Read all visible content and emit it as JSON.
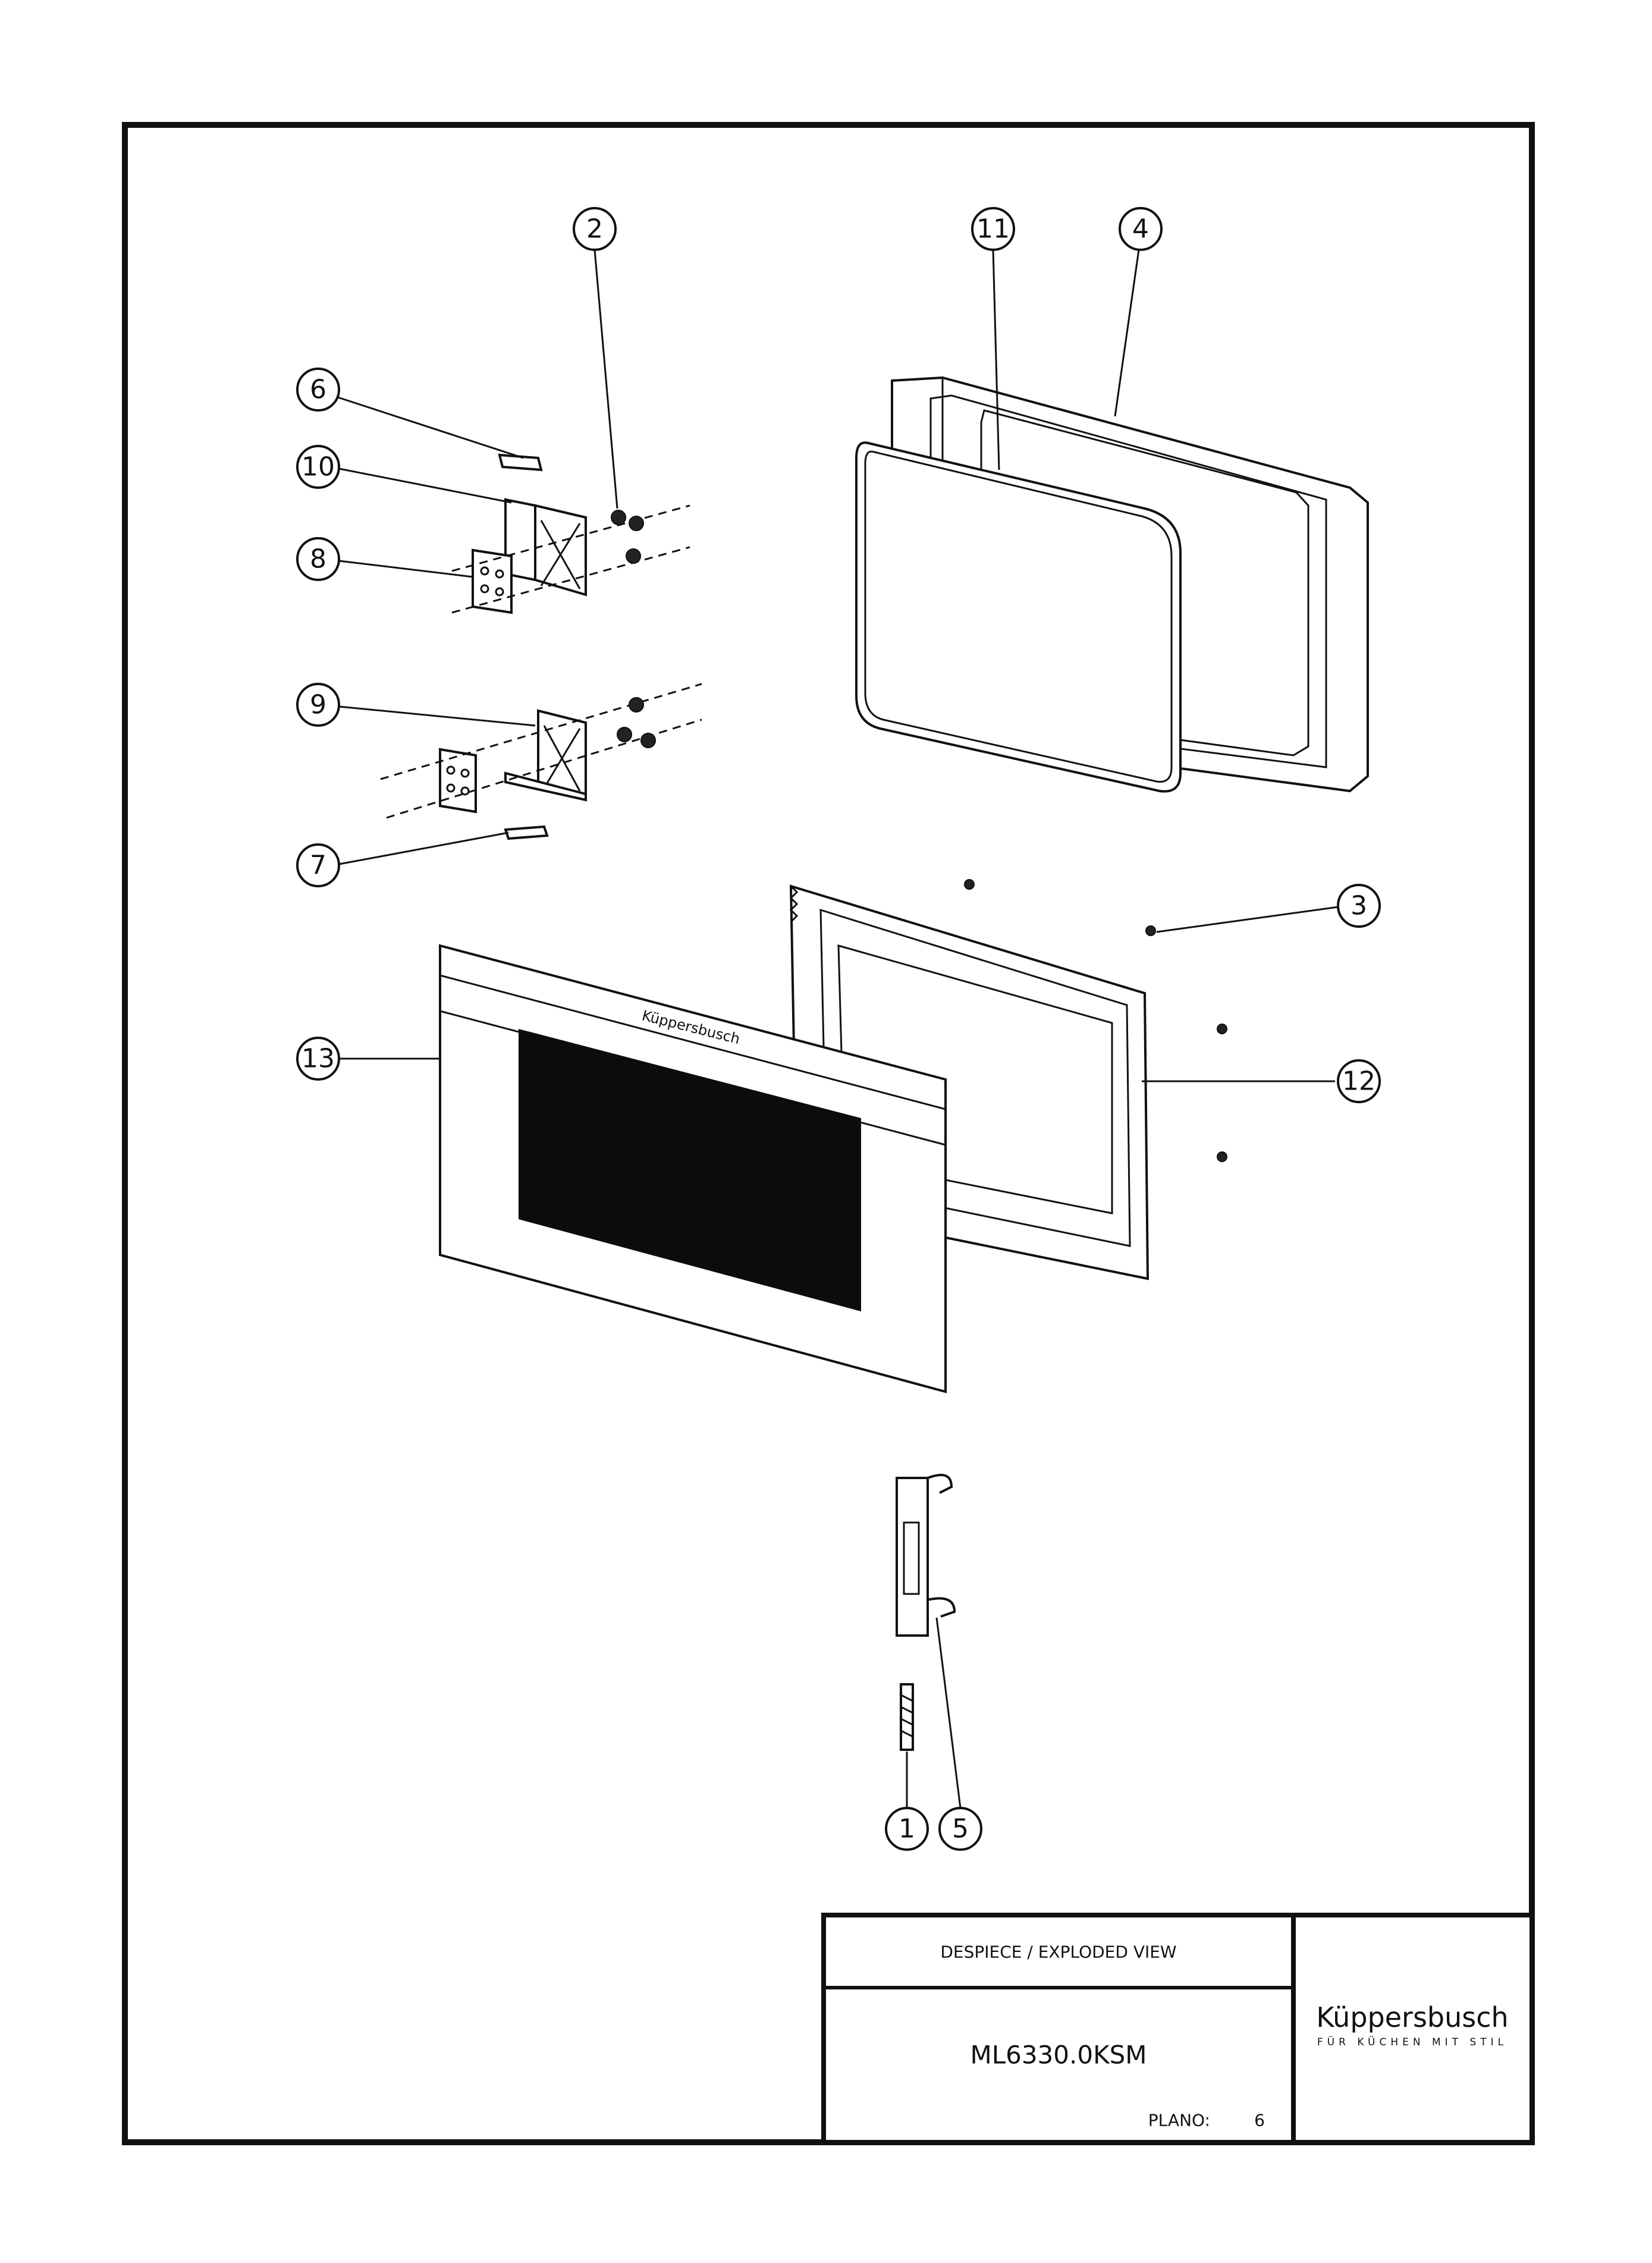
{
  "title_block": {
    "title": "DESPIECE / EXPLODED VIEW",
    "model": "ML6330.0KSM",
    "sheet_label": "PLANO:",
    "sheet_number": "6"
  },
  "logo": {
    "brand": "Küppersbusch",
    "tagline": "FÜR KÜCHEN MIT STIL"
  },
  "front_glass_brand": "Küppersbusch",
  "callouts": [
    "1",
    "2",
    "3",
    "4",
    "5",
    "6",
    "7",
    "8",
    "9",
    "10",
    "11",
    "12",
    "13"
  ]
}
